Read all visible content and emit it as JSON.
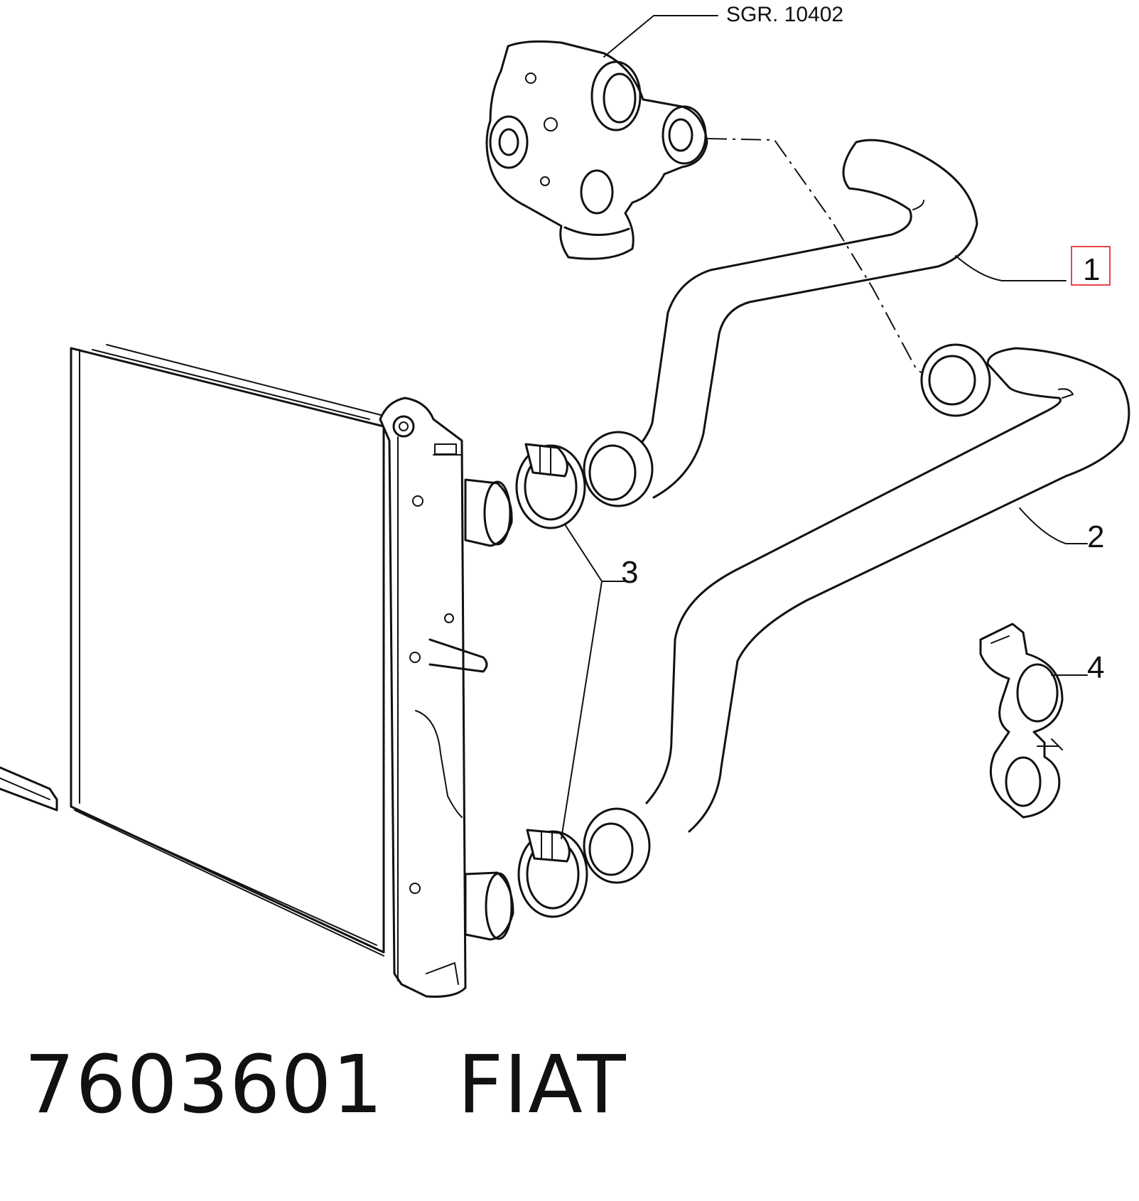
{
  "reference": {
    "label": "SGR. 10402"
  },
  "callouts": [
    {
      "number": "1",
      "highlighted": true,
      "highlight_color": "#e8454a"
    },
    {
      "number": "2",
      "highlighted": false
    },
    {
      "number": "3",
      "highlighted": false
    },
    {
      "number": "4",
      "highlighted": false
    }
  ],
  "footer": {
    "part_number": "7603601",
    "brand": "FIAT"
  },
  "colors": {
    "line": "#111111",
    "background": "#ffffff"
  }
}
